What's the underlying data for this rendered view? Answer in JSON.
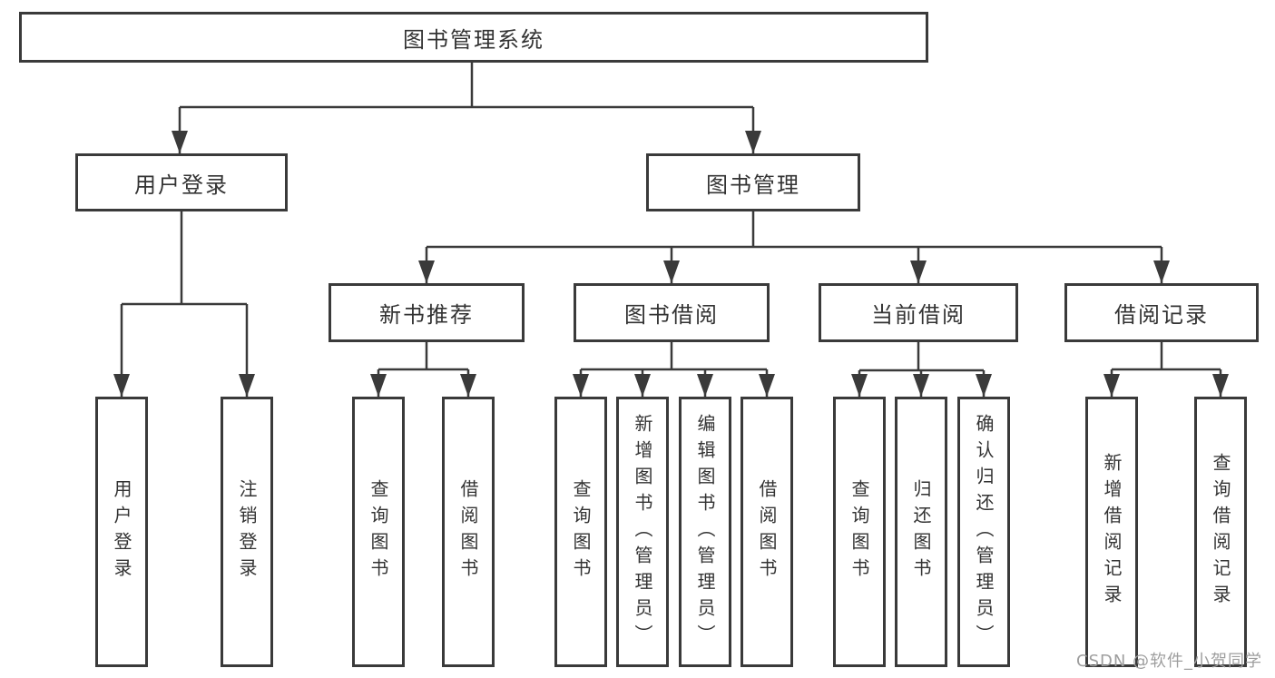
{
  "diagram": {
    "title": "图书管理系统",
    "branches": [
      {
        "label": "用户登录",
        "children": [
          {
            "label": "用户登录"
          },
          {
            "label": "注销登录"
          }
        ]
      },
      {
        "label": "图书管理",
        "children": [
          {
            "label": "新书推荐",
            "children": [
              {
                "label": "查询图书"
              },
              {
                "label": "借阅图书"
              }
            ]
          },
          {
            "label": "图书借阅",
            "children": [
              {
                "label": "查询图书"
              },
              {
                "label": "新增图书（管理员）"
              },
              {
                "label": "编辑图书（管理员）"
              },
              {
                "label": "借阅图书"
              }
            ]
          },
          {
            "label": "当前借阅",
            "children": [
              {
                "label": "查询图书"
              },
              {
                "label": "归还图书"
              },
              {
                "label": "确认归还（管理员）"
              }
            ]
          },
          {
            "label": "借阅记录",
            "children": [
              {
                "label": "新增借阅记录"
              },
              {
                "label": "查询借阅记录"
              }
            ]
          }
        ]
      }
    ]
  },
  "watermark": {
    "text": "CSDN @软件_小贺同学",
    "color": "#9e9e9e"
  },
  "colors": {
    "background": "#ffffff",
    "line": "#3a3a3a",
    "box_border": "#3a3a3a",
    "box_fill": "#ffffff",
    "text": "#333333"
  }
}
